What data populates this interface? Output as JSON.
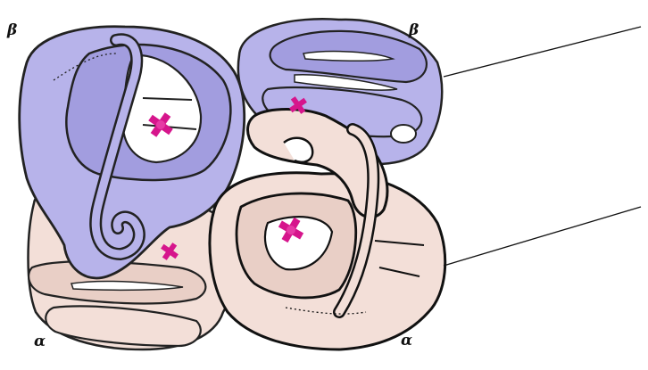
{
  "labels": {
    "beta_left": "β",
    "beta_right": "β",
    "alpha_left": "α",
    "alpha_right": "α"
  },
  "colors": {
    "beta_fill": "#b7b3ea",
    "beta_fill_dark": "#a29ddf",
    "alpha_fill": "#f3dfd8",
    "alpha_fill_dark": "#e9cfc6",
    "outline": "#111111",
    "heme": "#d6158c",
    "background": "#ffffff"
  },
  "subunits": [
    {
      "name": "beta-left",
      "type": "beta"
    },
    {
      "name": "beta-right",
      "type": "beta"
    },
    {
      "name": "alpha-left",
      "type": "alpha"
    },
    {
      "name": "alpha-right",
      "type": "alpha"
    }
  ],
  "heme_icons": [
    "heme-group-icon"
  ]
}
